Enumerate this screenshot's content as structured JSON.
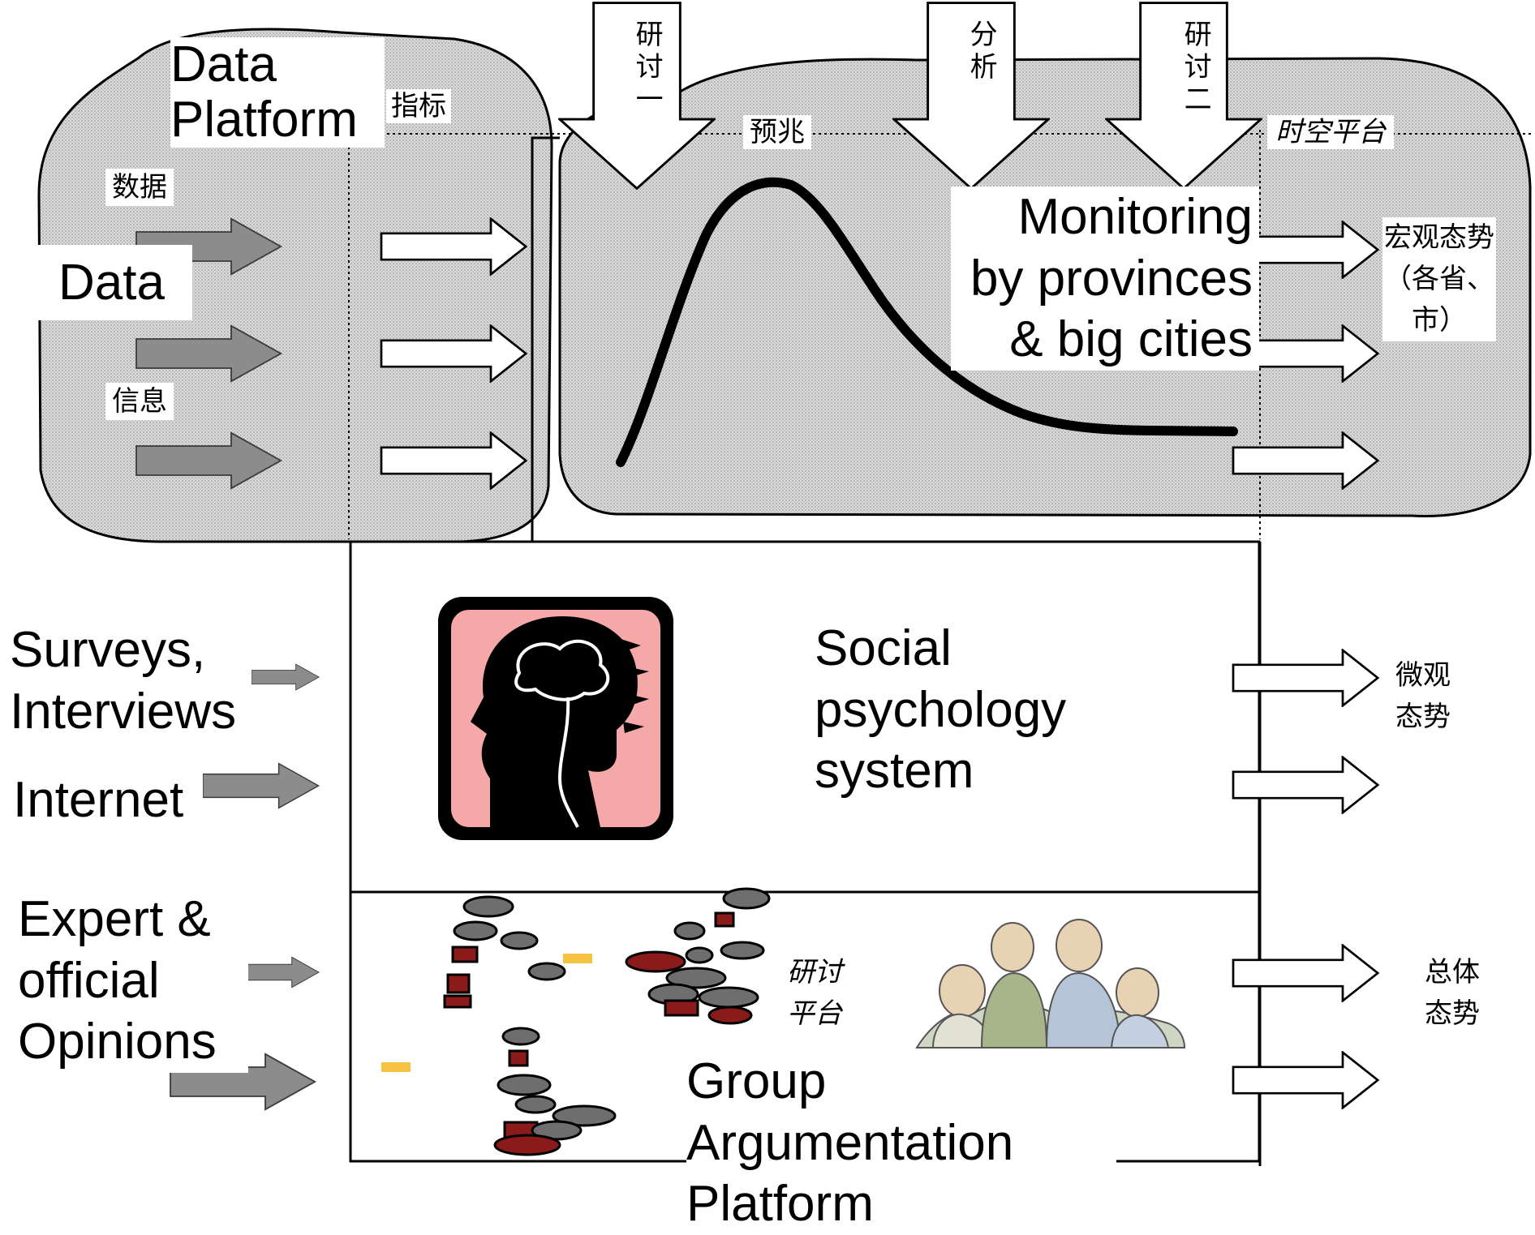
{
  "labels": {
    "data_platform": "Data Platform",
    "data": "Data",
    "monitoring": "Monitoring by provinces & big cities",
    "social_psych": "Social psychology system",
    "group_arg": "Group Argumentation Platform",
    "surveys": "Surveys, Interviews",
    "internet": "Internet",
    "expert": "Expert & official Opinions"
  },
  "zh_labels": {
    "zhibiao": "指标",
    "shuju": "数据",
    "xinxi": "信息",
    "yujzhao": "预兆",
    "shikong": "时空平台",
    "yantao1": "研讨一",
    "fenxi": "分析",
    "yantao2": "研讨二",
    "macro": "宏观态势（各省、市）",
    "micro": "微观态势",
    "overall": "总体态势",
    "yantao_platform": "研讨平台"
  },
  "colors": {
    "stipple_fill": "#d8d8d8",
    "gray_arrow": "#8c8c8c",
    "curve": "#000000",
    "icon_background": "#f4a8a8",
    "tile_gray": "#6e6e6e",
    "tile_red": "#8b1a1a",
    "tile_yellow": "#f5c242"
  },
  "icons": {
    "head": "brain-head-icon",
    "people": "discussion-people-icon"
  }
}
